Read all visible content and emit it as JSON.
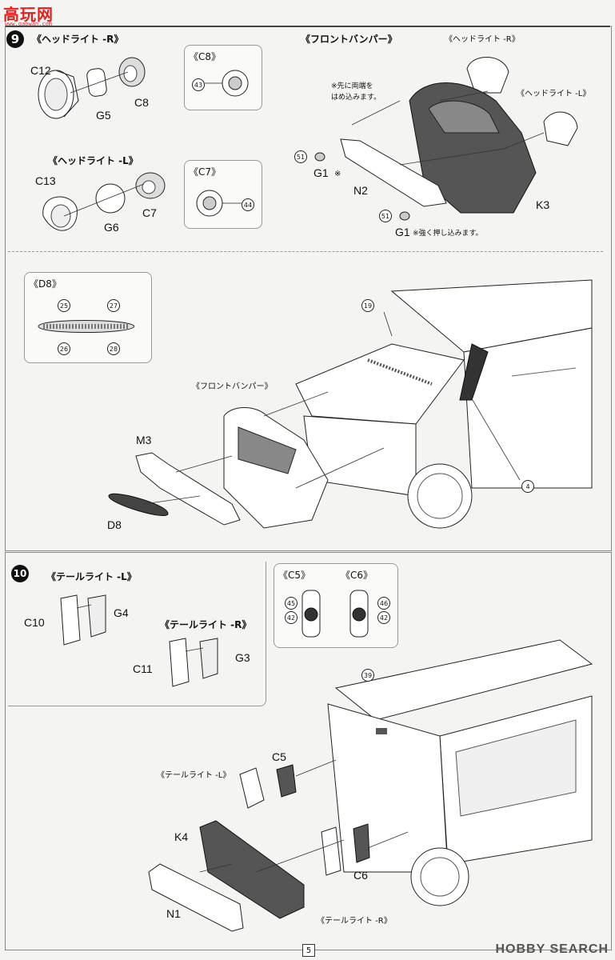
{
  "watermark": {
    "logo": "高玩网",
    "sub": "www.gaowan.com"
  },
  "step9": {
    "number": "9",
    "headlight_r": {
      "title": "《ヘッドライト -R》",
      "parts": [
        "C12",
        "G5",
        "C8"
      ]
    },
    "headlight_l": {
      "title": "《ヘッドライト -L》",
      "parts": [
        "C13",
        "G6",
        "C7"
      ]
    },
    "c8_box": {
      "title": "《C8》",
      "num": "43"
    },
    "c7_box": {
      "title": "《C7》",
      "num": "44"
    },
    "front_bumper": {
      "title": "《フロントバンパー》",
      "headlight_r_label": "《ヘッドライト -R》",
      "headlight_l_label": "《ヘッドライト -L》",
      "note1_line1": "※先に両端を",
      "note1_line2": "はめ込みます。",
      "g1_top": "G1",
      "g1_top_mark": "※",
      "n2": "N2",
      "k3": "K3",
      "g1_bottom": "G1",
      "note2": "※強く押し込みます。",
      "num": "51"
    },
    "d8_box": {
      "title": "《D8》",
      "nums": [
        "25",
        "27",
        "26",
        "28"
      ]
    },
    "assembly": {
      "bumper_label": "《フロントバンパー》",
      "m3": "M3",
      "d8": "D8",
      "num_19": "19",
      "num_4": "4"
    }
  },
  "step10": {
    "number": "10",
    "taillight_l": {
      "title": "《テールライト -L》",
      "parts": [
        "C10",
        "G4"
      ]
    },
    "taillight_r": {
      "title": "《テールライト -R》",
      "parts": [
        "C11",
        "G3"
      ]
    },
    "c5_box": {
      "title": "《C5》",
      "nums": [
        "45",
        "42"
      ]
    },
    "c6_box": {
      "title": "《C6》",
      "nums": [
        "46",
        "42"
      ]
    },
    "assembly": {
      "num_39": "39",
      "c5": "C5",
      "taillight_l_label": "《テールライト -L》",
      "k4": "K4",
      "n1": "N1",
      "c6": "C6",
      "taillight_r_label": "《テールライト -R》"
    }
  },
  "footer": {
    "page": "5",
    "brand": "HOBBY SEARCH"
  }
}
